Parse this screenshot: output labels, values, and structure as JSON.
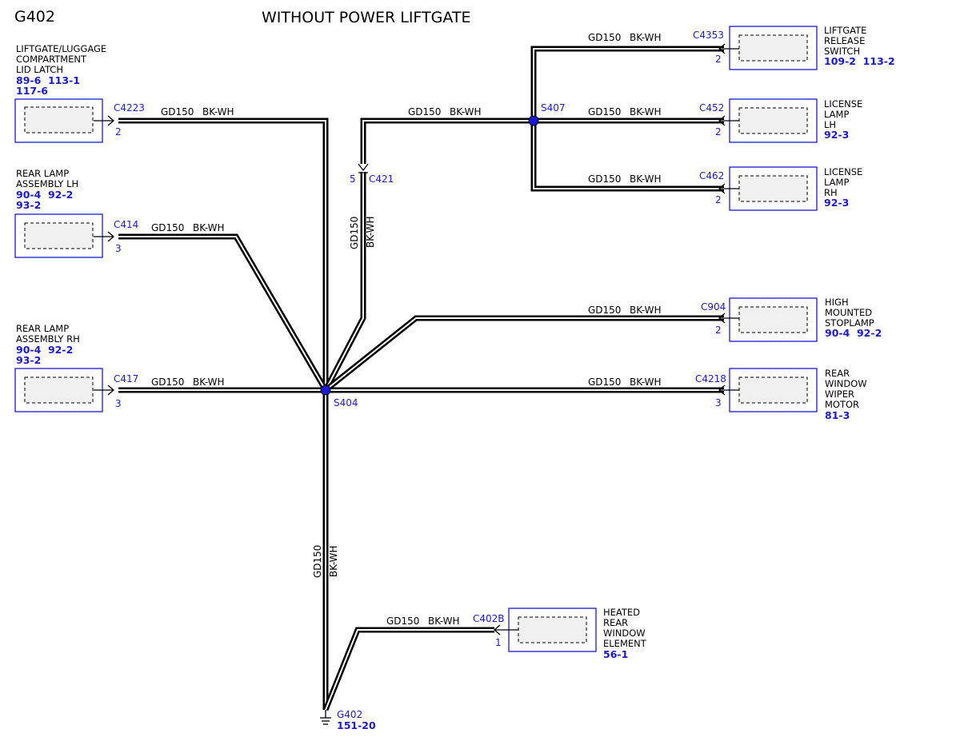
{
  "diagram": {
    "ground_id": "G402",
    "title": "WITHOUT POWER LIFTGATE",
    "wire_circuit": "GD150",
    "wire_color": "BK-WH",
    "splices": {
      "main": "S404",
      "upper": "S407"
    },
    "ground": {
      "label": "G402",
      "ref": "151-20"
    },
    "components": {
      "lid_latch": {
        "name_lines": [
          "LIFTGATE/LUGGAGE",
          "COMPARTMENT",
          "LID LATCH"
        ],
        "refs": [
          "89-6  113-1",
          "117-6"
        ],
        "connector": "C4223",
        "pin": "2"
      },
      "rear_lamp_lh": {
        "name_lines": [
          "REAR LAMP",
          "ASSEMBLY LH"
        ],
        "refs": [
          "90-4  92-2",
          "93-2"
        ],
        "connector": "C414",
        "pin": "3"
      },
      "rear_lamp_rh": {
        "name_lines": [
          "REAR LAMP",
          "ASSEMBLY RH"
        ],
        "refs": [
          "90-4  92-2",
          "93-2"
        ],
        "connector": "C417",
        "pin": "3"
      },
      "liftgate_release_switch": {
        "name_lines": [
          "LIFTGATE",
          "RELEASE",
          "SWITCH"
        ],
        "refs": [
          "109-2  113-2"
        ],
        "connector": "C4353",
        "pin": "2"
      },
      "license_lamp_lh": {
        "name_lines": [
          "LICENSE",
          "LAMP",
          "LH"
        ],
        "refs": [
          "92-3"
        ],
        "connector": "C452",
        "pin": "2"
      },
      "license_lamp_rh": {
        "name_lines": [
          "LICENSE",
          "LAMP",
          "RH"
        ],
        "refs": [
          "92-3"
        ],
        "connector": "C462",
        "pin": "2"
      },
      "high_mounted_stoplamp": {
        "name_lines": [
          "HIGH",
          "MOUNTED",
          "STOPLAMP"
        ],
        "refs": [
          "90-4  92-2"
        ],
        "connector": "C904",
        "pin": "2"
      },
      "rear_window_wiper_motor": {
        "name_lines": [
          "REAR",
          "WINDOW",
          "WIPER",
          "MOTOR"
        ],
        "refs": [
          "81-3"
        ],
        "connector": "C4218",
        "pin": "3"
      },
      "heated_rear_window": {
        "name_lines": [
          "HEATED",
          "REAR",
          "WINDOW",
          "ELEMENT"
        ],
        "refs": [
          "56-1"
        ],
        "connector": "C402B",
        "pin": "1"
      }
    },
    "inline_connector": {
      "id": "C421",
      "pin": "5"
    }
  }
}
